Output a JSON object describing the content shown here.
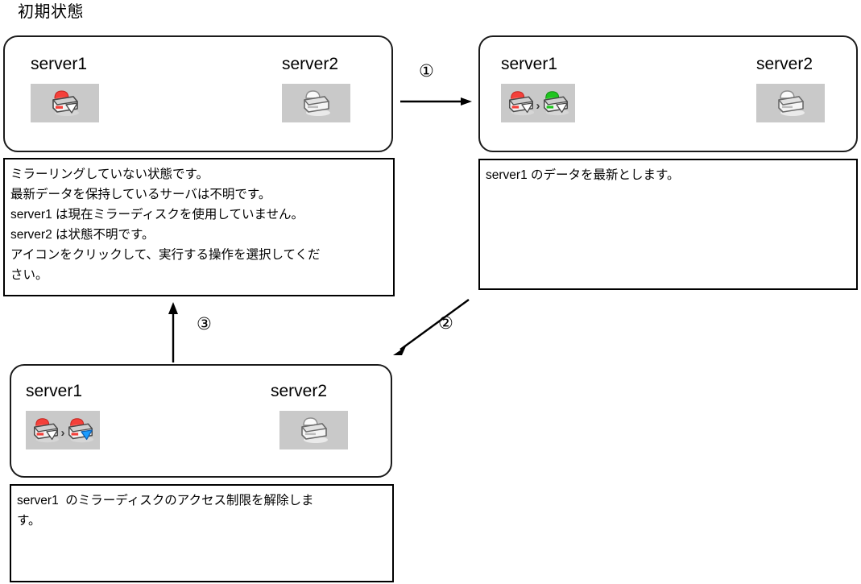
{
  "title": "初期状態",
  "colors": {
    "panel_border": "#1b1b1b",
    "box_border": "#000000",
    "icon_swatch_bg": "#c9c9c9",
    "status_red": "#f4403a",
    "status_green": "#1fc41f",
    "status_grey": "#e9e9e9",
    "marker_blue": "#1a9cff",
    "marker_white": "#ffffff",
    "page_bg": "#ffffff",
    "text": "#000000"
  },
  "panels": {
    "initial": {
      "name": "initial-state-panel",
      "server1_label": "server1",
      "server2_label": "server2",
      "server1_icon": "disk-red-white-marker",
      "server2_icon": "disk-grey-unknown",
      "description": "ミラーリングしていない状態です。\n最新データを保持しているサーバは不明です。\nserver1 は現在ミラーディスクを使用していません。\nserver2 は状態不明です。\nアイコンをクリックして、実行する操作を選択してくだ\nさい。"
    },
    "step1": {
      "name": "latest-data-panel",
      "server1_label": "server1",
      "server2_label": "server2",
      "server1_icon_from": "disk-red-white-marker",
      "server1_icon_to": "disk-green-white-marker",
      "separator": "›",
      "server2_icon": "disk-grey-unknown",
      "description": "server1 のデータを最新とします。"
    },
    "step2": {
      "name": "access-restriction-panel",
      "server1_label": "server1",
      "server2_label": "server2",
      "server1_icon_from": "disk-red-white-marker",
      "server1_icon_to": "disk-red-blue-marker",
      "separator": "›",
      "server2_icon": "disk-grey-unknown",
      "description": "server1  のミラーディスクのアクセス制限を解除しま\nす。"
    }
  },
  "arrows": [
    {
      "name": "arrow-step-1",
      "label": "①",
      "direction": "right"
    },
    {
      "name": "arrow-step-2",
      "label": "②",
      "direction": "down-left"
    },
    {
      "name": "arrow-step-3",
      "label": "③",
      "direction": "up"
    }
  ]
}
